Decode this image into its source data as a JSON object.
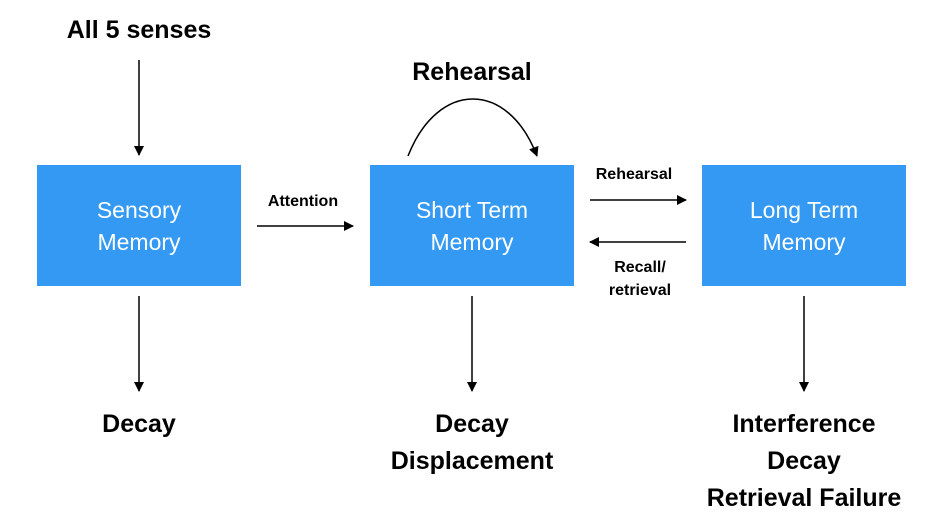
{
  "colors": {
    "box_fill": "#3399f3",
    "box_text": "#ffffff",
    "text": "#000000",
    "arrow": "#000000"
  },
  "inputs": {
    "senses": "All 5 senses"
  },
  "boxes": {
    "sensory": "Sensory\nMemory",
    "short_term": "Short Term\nMemory",
    "long_term": "Long Term\nMemory"
  },
  "edges": {
    "attention": "Attention",
    "rehearsal_loop": "Rehearsal",
    "rehearsal_to_ltm": "Rehearsal",
    "recall": "Recall/\nretrieval"
  },
  "outcomes": {
    "sensory": "Decay",
    "short_term": "Decay\nDisplacement",
    "long_term": "Interference\nDecay\nRetrieval Failure"
  }
}
